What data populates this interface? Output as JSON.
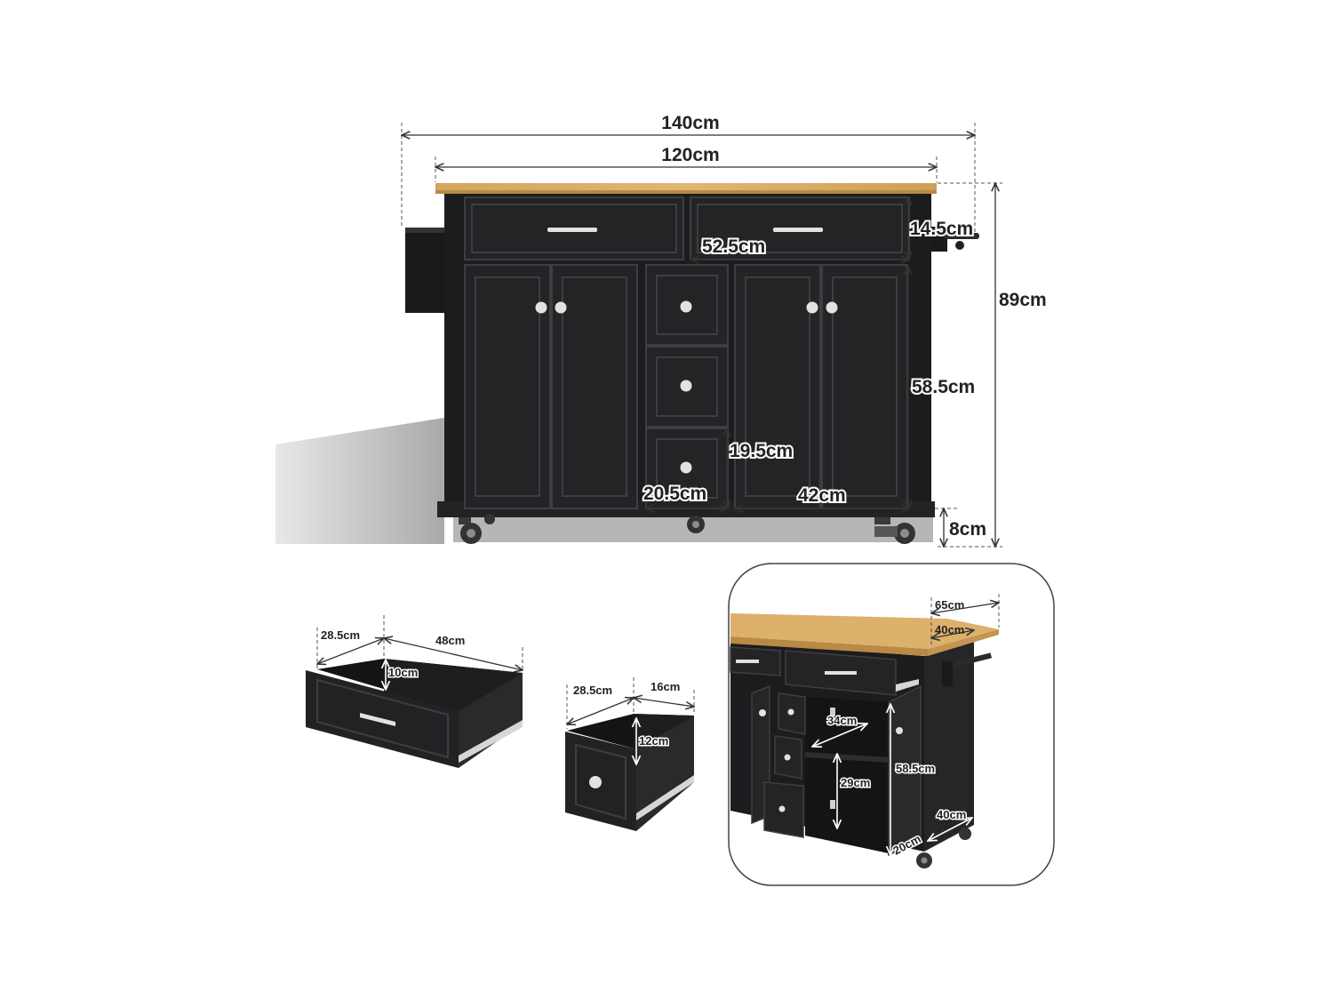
{
  "colors": {
    "cabinet_body": "#1c1c1e",
    "cabinet_panel": "#2a2a2d",
    "panel_line": "#3e3e42",
    "wood_top": "#d9ad66",
    "wood_edge": "#b98a45",
    "knob": "#e2e2e2",
    "dimension_line": "#333333",
    "shadow": "#b9b9b9"
  },
  "front_view": {
    "labels": {
      "overall_width": "140cm",
      "top_width": "120cm",
      "overall_height": "89cm",
      "drawer_height": "14.5cm",
      "drawer_width": "52.5cm",
      "cabinet_height": "58.5cm",
      "small_drawer_height": "19.5cm",
      "small_drawer_width": "20.5cm",
      "cabinet_width": "42cm",
      "wheel_height": "8cm"
    }
  },
  "large_drawer": {
    "labels": {
      "depth": "28.5cm",
      "width": "48cm",
      "height": "10cm"
    }
  },
  "small_drawer": {
    "labels": {
      "depth": "28.5cm",
      "width": "16cm",
      "height": "12cm"
    }
  },
  "perspective_view": {
    "labels": {
      "depth_total": "65cm",
      "depth_top": "40cm",
      "shelf_depth": "34cm",
      "shelf_height": "29cm",
      "inner_height": "58.5cm",
      "side_depth": "40cm",
      "inner_depth": "20cm"
    }
  }
}
